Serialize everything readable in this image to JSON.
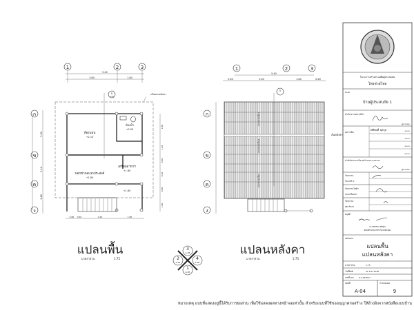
{
  "sheet": {
    "note": "หมายเหตุ  แบบที่แสดงอยู่นี้ได้รับการย่อส่วน  เพื่อใช้แสดงผลทางหน้าจอเท่านั้น  สำหรับแบบที่ใช้ขออนุญาตก่อสร้าง  ให้อ้างอิงจากหนังสือแบบบ้าน"
  },
  "title_block": {
    "org_line1": "โครงการสร้างบ้านเพื่อผู้ประสบภัย",
    "org_line2": "ไทยช่วยไทย",
    "design_label": "แบบ",
    "design_name": "บ้านผู้ประสบภัย 1",
    "arch_office_label": "สำนักงานสถาปนิก",
    "checker_label": "ผู้ตรวจสอบ",
    "architect_label": "สถาปนิก",
    "architect_name": "ศศิพงศ์ จุลกุล",
    "sign_label": "ลงนาม",
    "eng_office_label": "สำนักวิศวกรรมโครงสร้างและงานระบบ",
    "eng_struct_1": "วิศวกรรม",
    "eng_struct_2": "โครงสร้าง",
    "eng_elec_1": "วิศวกรรมไฟฟ้า",
    "eng_elec_2": "และเครื่องกล",
    "eng_san_1": "วิศวกรรม",
    "eng_san_2": "สุขาภิบาล",
    "approve_label": "อนุมัติ",
    "approver_name": "(นายสมชาย ศรีสุข)",
    "approver_title": "อธิบดีกรมโยธาธิการและผังเมือง",
    "sheet_label": "แผ่นแบบ",
    "sheet_title_1": "แปลนพื้น",
    "sheet_title_2": "แปลนหลังคา",
    "scale_label": "มาตราส่วน",
    "scale_value": "1:75",
    "date_label": "วันที่พิมพ์",
    "date_value": "21 พ.ย. 2548",
    "drawing_no_label": "เลขที่แบบ",
    "drawing_no_value": "ผ.บ.462097",
    "sheet_no_label": "แผ่นที่",
    "sheet_no_value": "A-04",
    "total_label": "จำนวนแผ่น",
    "total_value": "9"
  },
  "floor_plan": {
    "title": "แปลนพื้น",
    "scale_label": "มาตราส่วน",
    "scale_value": "1:75",
    "grid_cols": [
      "1",
      "2",
      "3"
    ],
    "grid_rows": [
      "ก",
      "ข",
      "ค",
      "ง"
    ],
    "dim_total": "5.40",
    "dim_a": "3.60",
    "dim_b": "1.80",
    "dims_bottom": [
      "0.80",
      "0.50",
      "2.20",
      "1.80"
    ],
    "dims_left": [
      "3.00",
      "2.10",
      "1.80"
    ],
    "dims_right": [
      "1.80",
      "1.20",
      "0.90",
      "0.20",
      "0.90",
      "1.00"
    ],
    "roof_outline_label": "เส้นขอบหลังคา",
    "rooms": [
      {
        "name": "ห้องนอน",
        "level": "+2.10"
      },
      {
        "name": "ห้องน้ำ",
        "level": "+2.05"
      },
      {
        "name": "เตรียมอาหาร",
        "level": "+1.80"
      },
      {
        "name": "นอกชานอเนกประสงค์",
        "level": "+1.80"
      },
      {
        "name": "",
        "level": "+1.80"
      }
    ],
    "section_mark": "ก",
    "section_ref": "A-05"
  },
  "roof_plan": {
    "title": "แปลนหลังคา",
    "scale_label": "มาตราส่วน",
    "scale_value": "1:75",
    "grid_cols": [
      "1",
      "2",
      "3"
    ],
    "grid_rows": [
      "ก",
      "ข",
      "ค",
      "ง"
    ],
    "dim_total": "5.40",
    "dims_top": [
      "0.60",
      "3.60",
      "1.80",
      "0.60"
    ],
    "ridge_label": "สันหลังคา",
    "slope_label": "แนวลาดเอียง"
  },
  "elevation_key": {
    "marks": [
      "1",
      "2",
      "3",
      "4"
    ],
    "ref": "A-05"
  }
}
